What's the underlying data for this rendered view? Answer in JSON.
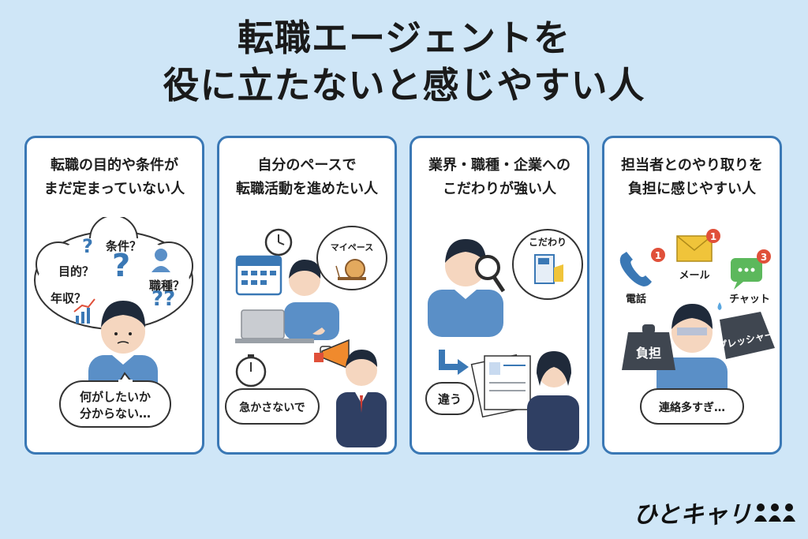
{
  "title": {
    "line1": "転職エージェントを",
    "line2": "役に立たないと感じやすい人"
  },
  "cards": [
    {
      "heading1": "転職の目的や条件が",
      "heading2": "まだ定まっていない人",
      "thought": [
        "条件？",
        "目的？",
        "年収？",
        "職種？"
      ],
      "speech1": "何がしたいか",
      "speech2": "分からない…"
    },
    {
      "heading1": "自分のペースで",
      "heading2": "転職活動を進めたい人",
      "bubble": "マイペース",
      "speech": "急かさないで"
    },
    {
      "heading1": "業界・職種・企業への",
      "heading2": "こだわりが強い人",
      "bubble": "こだわり",
      "speech": "違う"
    },
    {
      "heading1": "担当者とのやり取りを",
      "heading2": "負担に感じやすい人",
      "phone_label": "電話",
      "phone_badge": "1",
      "mail_label": "メール",
      "mail_badge": "1",
      "chat_label": "チャット",
      "chat_badge": "3",
      "weight1": "負担",
      "weight2": "プレッシャー",
      "speech": "連絡多すぎ…"
    }
  ],
  "logo": {
    "text": "ひとキャリ"
  },
  "colors": {
    "background": "#cfe6f7",
    "card_border": "#3a78b5",
    "accent": "#3a78b5",
    "badge": "#e0503a"
  }
}
